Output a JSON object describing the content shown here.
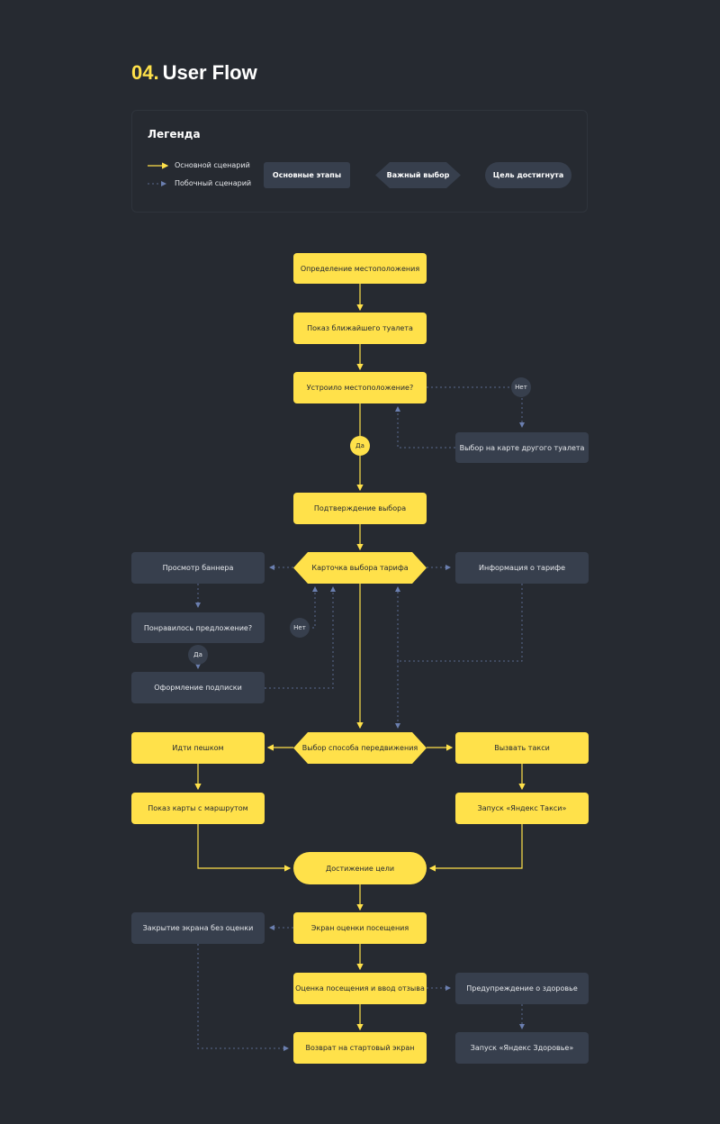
{
  "header": {
    "number": "04.",
    "title": "User Flow"
  },
  "legend": {
    "title": "Легенда",
    "main_line": "Основной сценарий",
    "side_line": "Побочный сценарий",
    "main_stages": "Основные этапы",
    "important_choice": "Важный выбор",
    "goal_reached": "Цель достигнута"
  },
  "nodes": {
    "location": "Определение местоположения",
    "nearest": "Показ ближайшего туалета",
    "satisfied": "Устроило местоположение?",
    "no1": "Нет",
    "choose_map": "Выбор на карте другого туалета",
    "yes1": "Да",
    "confirm": "Подтверждение выбора",
    "banner": "Просмотр баннера",
    "tariff_card": "Карточка выбора тарифа",
    "tariff_info": "Информация о тарифе",
    "liked": "Понравилось предложение?",
    "no2": "Нет",
    "yes2": "Да",
    "subscribe": "Оформление подписки",
    "walk": "Идти пешком",
    "transport": "Выбор способа передвижения",
    "taxi": "Вызвать такси",
    "route_map": "Показ карты с маршрутом",
    "taxi_launch": "Запуск «Яндекс Такси»",
    "goal": "Достижение цели",
    "close_no_rate": "Закрытие экрана без оценки",
    "rate_screen": "Экран оценки посещения",
    "rate_review": "Оценка посещения и ввод отзыва",
    "health_warn": "Предупреждение о здоровье",
    "return_home": "Возврат на стартовый экран",
    "health_launch": "Запуск «Яндекс Здоровье»"
  },
  "colors": {
    "background": "#262a31",
    "accent": "#ffe14a",
    "secondary": "#373f4d",
    "side_line": "#5a6a8e"
  }
}
